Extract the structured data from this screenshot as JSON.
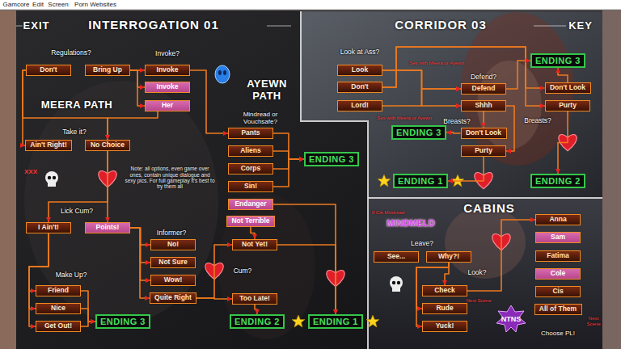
{
  "diagram": {
    "nodes": [
      {
        "text": [
          "Don't"
        ]
      },
      {
        "text": [
          "Bring Up"
        ]
      },
      {
        "text": [
          "Invoke"
        ]
      },
      {
        "text": [
          "Invoke"
        ]
      },
      {
        "text": [
          "Her"
        ]
      },
      {
        "text": [
          "Ain't Right!"
        ]
      },
      {
        "text": [
          "No Choice"
        ]
      },
      {
        "text": [
          "I Ain't!"
        ]
      },
      {
        "text": [
          "Points!"
        ]
      },
      {
        "text": [
          "Friend"
        ]
      },
      {
        "text": [
          "Nice"
        ]
      },
      {
        "text": [
          "Get Out!"
        ]
      },
      {
        "text": [
          "ENDING 3"
        ]
      },
      {
        "text": [
          "No!"
        ]
      },
      {
        "text": [
          "Not Sure"
        ]
      },
      {
        "text": [
          "Wow!"
        ]
      },
      {
        "text": [
          "Quite Right"
        ]
      },
      {
        "text": [
          "Pants"
        ]
      },
      {
        "text": [
          "Aliens"
        ]
      },
      {
        "text": [
          "Corps"
        ]
      },
      {
        "text": [
          "Sin!"
        ]
      },
      {
        "text": [
          "Endanger"
        ]
      },
      {
        "text": [
          "Not Terrible"
        ]
      },
      {
        "text": [
          "ENDING 3"
        ]
      },
      {
        "text": [
          "Not Yet!"
        ]
      },
      {
        "text": [
          "Too Late!"
        ]
      },
      {
        "text": [
          "ENDING 2"
        ]
      },
      {
        "text": [
          "ENDING 1"
        ]
      },
      {
        "text": [
          "Look"
        ]
      },
      {
        "text": [
          "Don't"
        ]
      },
      {
        "text": [
          "Lord!"
        ]
      },
      {
        "text": [
          "Defend"
        ]
      },
      {
        "text": [
          "Shhh"
        ]
      },
      {
        "text": [
          "Don't Look"
        ]
      },
      {
        "text": [
          "Purty"
        ]
      },
      {
        "text": [
          "ENDING 3"
        ]
      },
      {
        "text": [
          "ENDING 1"
        ]
      },
      {
        "text": [
          "ENDING 3"
        ]
      },
      {
        "text": [
          "Don't Look"
        ]
      },
      {
        "text": [
          "Purty"
        ]
      },
      {
        "text": [
          "ENDING 2"
        ]
      },
      {
        "text": [
          "See..."
        ]
      },
      {
        "text": [
          "Why?!"
        ]
      },
      {
        "text": [
          "Check"
        ]
      },
      {
        "text": [
          "Rude"
        ]
      },
      {
        "text": [
          "Yuck!"
        ]
      },
      {
        "text": [
          "Anna"
        ]
      },
      {
        "text": [
          "Sam"
        ]
      },
      {
        "text": [
          "Fatima"
        ]
      },
      {
        "text": [
          "Cole"
        ]
      },
      {
        "text": [
          "Cis"
        ]
      },
      {
        "text": [
          "All of Them"
        ]
      }
    ],
    "edges": [
      {
        "from": 0,
        "to": 5,
        "arrow": "to"
      },
      {
        "from": 0,
        "to": 6,
        "arrow": "to"
      },
      {
        "from": 1,
        "to": 2,
        "arrow": "to"
      },
      {
        "from": 1,
        "to": 3,
        "arrow": "to"
      },
      {
        "from": 1,
        "to": 4,
        "arrow": "to"
      },
      {
        "from": 2,
        "to": 17,
        "arrow": "to"
      },
      {
        "from": 4,
        "to": 6,
        "arrow": "to"
      },
      {
        "from": 6,
        "to": 7,
        "arrow": "to"
      },
      {
        "from": 6,
        "to": 8,
        "arrow": "to"
      },
      {
        "from": 7,
        "to": 9,
        "arrow": "to"
      },
      {
        "from": 7,
        "to": 10,
        "arrow": "to"
      },
      {
        "from": 7,
        "to": 11,
        "arrow": "to"
      },
      {
        "from": 9,
        "to": 12,
        "arrow": "to"
      },
      {
        "from": 10,
        "to": 12,
        "arrow": "to"
      },
      {
        "from": 11,
        "to": 12,
        "arrow": "to"
      },
      {
        "from": 8,
        "to": 13,
        "arrow": "to"
      },
      {
        "from": 8,
        "to": 14,
        "arrow": "to"
      },
      {
        "from": 8,
        "to": 15,
        "arrow": "to"
      },
      {
        "from": 8,
        "to": 16,
        "arrow": "to"
      },
      {
        "from": 17,
        "to": 23,
        "arrow": "to"
      },
      {
        "from": 18,
        "to": 23,
        "arrow": "to"
      },
      {
        "from": 19,
        "to": 23,
        "arrow": "to"
      },
      {
        "from": 20,
        "to": 23,
        "arrow": "to"
      },
      {
        "from": 21,
        "to": 27,
        "arrow": "to"
      },
      {
        "from": 22,
        "to": 24,
        "arrow": "to"
      },
      {
        "from": 16,
        "to": 24,
        "arrow": "to"
      },
      {
        "from": 16,
        "to": 25,
        "arrow": "to"
      },
      {
        "from": 24,
        "to": 27,
        "arrow": "to"
      },
      {
        "from": 25,
        "to": 26,
        "arrow": "to"
      },
      {
        "from": 28,
        "to": 31,
        "arrow": "to"
      },
      {
        "from": 28,
        "to": 32,
        "arrow": "to"
      },
      {
        "from": 30,
        "to": 31,
        "arrow": "to"
      },
      {
        "from": 29,
        "to": 38,
        "arrow": "to"
      },
      {
        "from": 29,
        "to": 39,
        "arrow": "to"
      },
      {
        "from": 31,
        "to": 37,
        "arrow": "to"
      },
      {
        "from": 32,
        "to": 33,
        "arrow": "to"
      },
      {
        "from": 32,
        "to": 34,
        "arrow": "to"
      },
      {
        "from": 33,
        "to": 35,
        "arrow": "to"
      },
      {
        "from": 34,
        "to": 36,
        "arrow": "to"
      },
      {
        "from": 38,
        "to": 37,
        "arrow": "to"
      },
      {
        "from": 39,
        "to": 40,
        "arrow": "to"
      },
      {
        "from": 42,
        "to": 43,
        "arrow": "to"
      },
      {
        "from": 42,
        "to": 44,
        "arrow": "to"
      },
      {
        "from": 42,
        "to": 45,
        "arrow": "to"
      },
      {
        "from": 43,
        "to": 46,
        "arrow": "to"
      }
    ],
    "labels": [
      "Gamcore",
      "Edit",
      "Screen",
      "Porn Websites",
      "EXIT",
      "INTERROGATION 01",
      "CORRIDOR 03",
      "KEY",
      "Regulations?",
      "Invoke?",
      "MEERA PATH",
      "AYEWN PATH",
      "Take it?",
      "XXX",
      "Note: all options, even game over ones, contain unique dialogue and sexy pics. For full gameplay it's best to try them all",
      "Lick Cum?",
      "Make Up?",
      "Mindread or Vouchsafe?",
      "Informer?",
      "Cum?",
      "Look at Ass?",
      "Sex with Meera or Ayewn",
      "Sex with Meera or Ayewn",
      "Defend?",
      "Breasts?",
      "Breasts?",
      "CABINS",
      "If Cis Mindread",
      "MINDMELD",
      "Leave?",
      "Look?",
      "NTNS",
      "Next Scene",
      "Choose PL!",
      "Next Scene"
    ]
  }
}
